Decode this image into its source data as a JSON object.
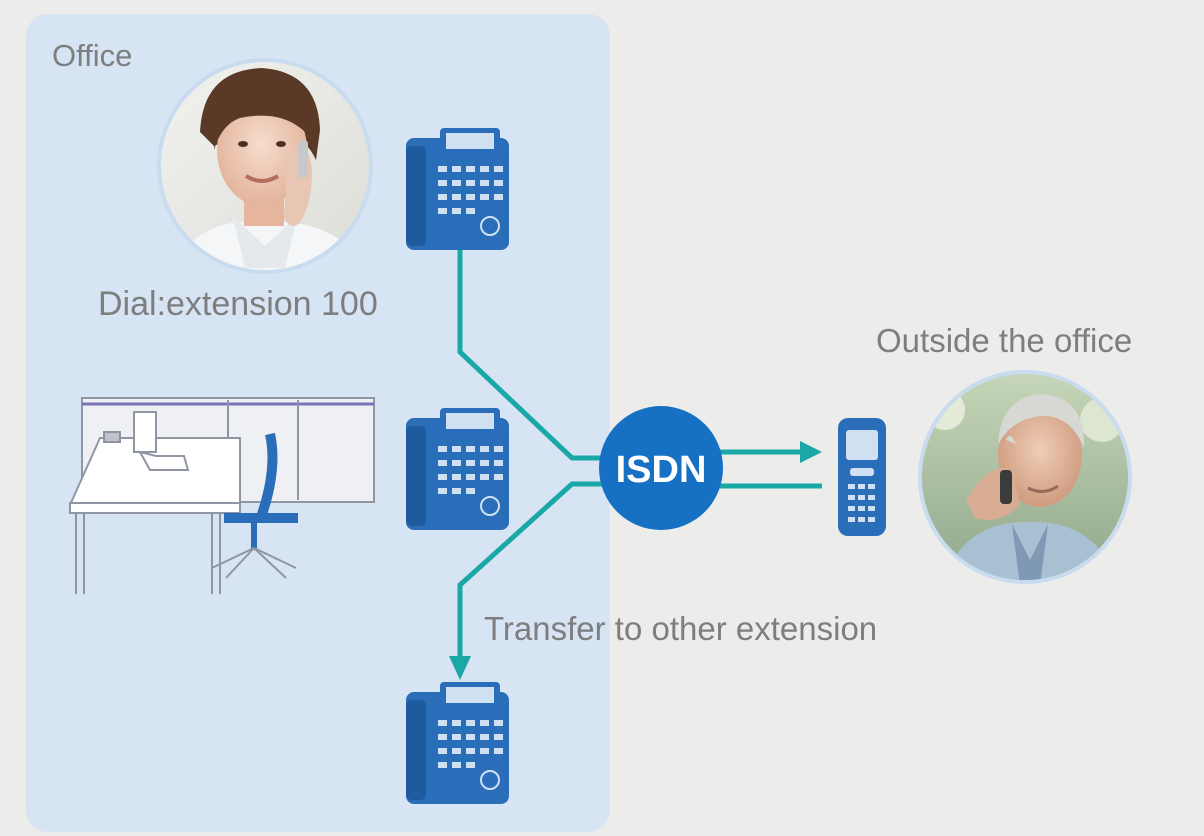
{
  "labels": {
    "office": "Office",
    "dial": "Dial:extension 100",
    "outside": "Outside the office",
    "transfer": "Transfer to other extension",
    "isdn": "ISDN"
  },
  "nodes": {
    "office_worker": "woman-on-phone-photo",
    "outside_caller": "man-on-mobile-photo",
    "desk_phones": 3,
    "mobile_phone": "mobile-phone-icon"
  },
  "colors": {
    "background": "#ececea",
    "office_zone": "#d6e4f4",
    "phone_blue": "#2a6db8",
    "isdn_blue": "#1670c4",
    "line_teal": "#1aa8a6",
    "label_gray": "#7e7e7e"
  }
}
